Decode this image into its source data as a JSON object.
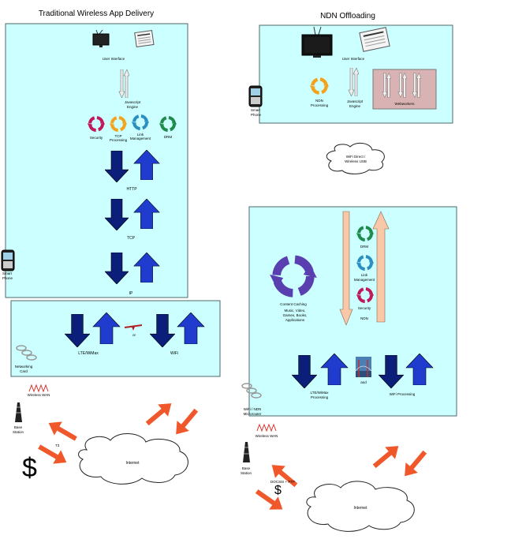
{
  "colors": {
    "panel": "#ccffff",
    "panel_border": "#4d6a6a",
    "arrow_blue_down": "#0b1e7a",
    "arrow_blue_up": "#1f3ccf",
    "orange": "#f0572a",
    "wan_red": "#d8322a",
    "web_box": "#d9b3b3",
    "peach": "#f8c8a8"
  },
  "left": {
    "title": "Traditional Wireless App Delivery",
    "user_interface": "User Interface",
    "js_engine_1": "Javascript",
    "js_engine_2": "Engine",
    "security": "Security",
    "tcp_processing_1": "TCP",
    "tcp_processing_2": "Processing",
    "link_mgmt_1": "Link",
    "link_mgmt_2": "Management",
    "drm": "DRM",
    "http": "HTTP",
    "tcp": "TCP",
    "ip": "IP",
    "smartphone_1": "Smart",
    "smartphone_2": "Phone",
    "lte_wimax": "LTE/WiMax",
    "or": "or",
    "wifi": "WiFi",
    "networking_card_1": "Networking",
    "networking_card_2": "Card",
    "wireless_wan": "Wireless WAN",
    "base_station_1": "Base",
    "base_station_2": "Station",
    "t3": "T3",
    "dollar": "$",
    "internet": "Internet"
  },
  "right": {
    "title": "NDN Offloading",
    "user_interface": "User Interface",
    "ndn_processing_1": "NDN",
    "ndn_processing_2": "Processing",
    "js_engine_1": "Javascript",
    "js_engine_2": "Engine",
    "webworkers": "Webworkers",
    "smartphone_1": "Smart",
    "smartphone_2": "Phone",
    "wifi_direct_1": "WiFi Direct /",
    "wifi_direct_2": "Wireless USB",
    "drm": "DRM",
    "link_mgmt_1": "Link",
    "link_mgmt_2": "Management",
    "security": "Security",
    "ndn": "NDN",
    "content_caching": "Content Caching",
    "content_types_1": "Music, Video,",
    "content_types_2": "Games, Books,",
    "content_types_3": "Applications",
    "lte_wimax_1": "LTE/WiMax",
    "lte_wimax_2": "Processing",
    "and": "and",
    "wifi_processing": "WiFi Processing",
    "microrouter_1": "WiFi / NDN",
    "microrouter_2": "Microrouter",
    "wireless_wan": "Wireless WAN",
    "base_station_1": "Base",
    "base_station_2": "Station",
    "docsis": "DOCSIS + PTP",
    "dollar": "$",
    "internet": "Internet"
  }
}
